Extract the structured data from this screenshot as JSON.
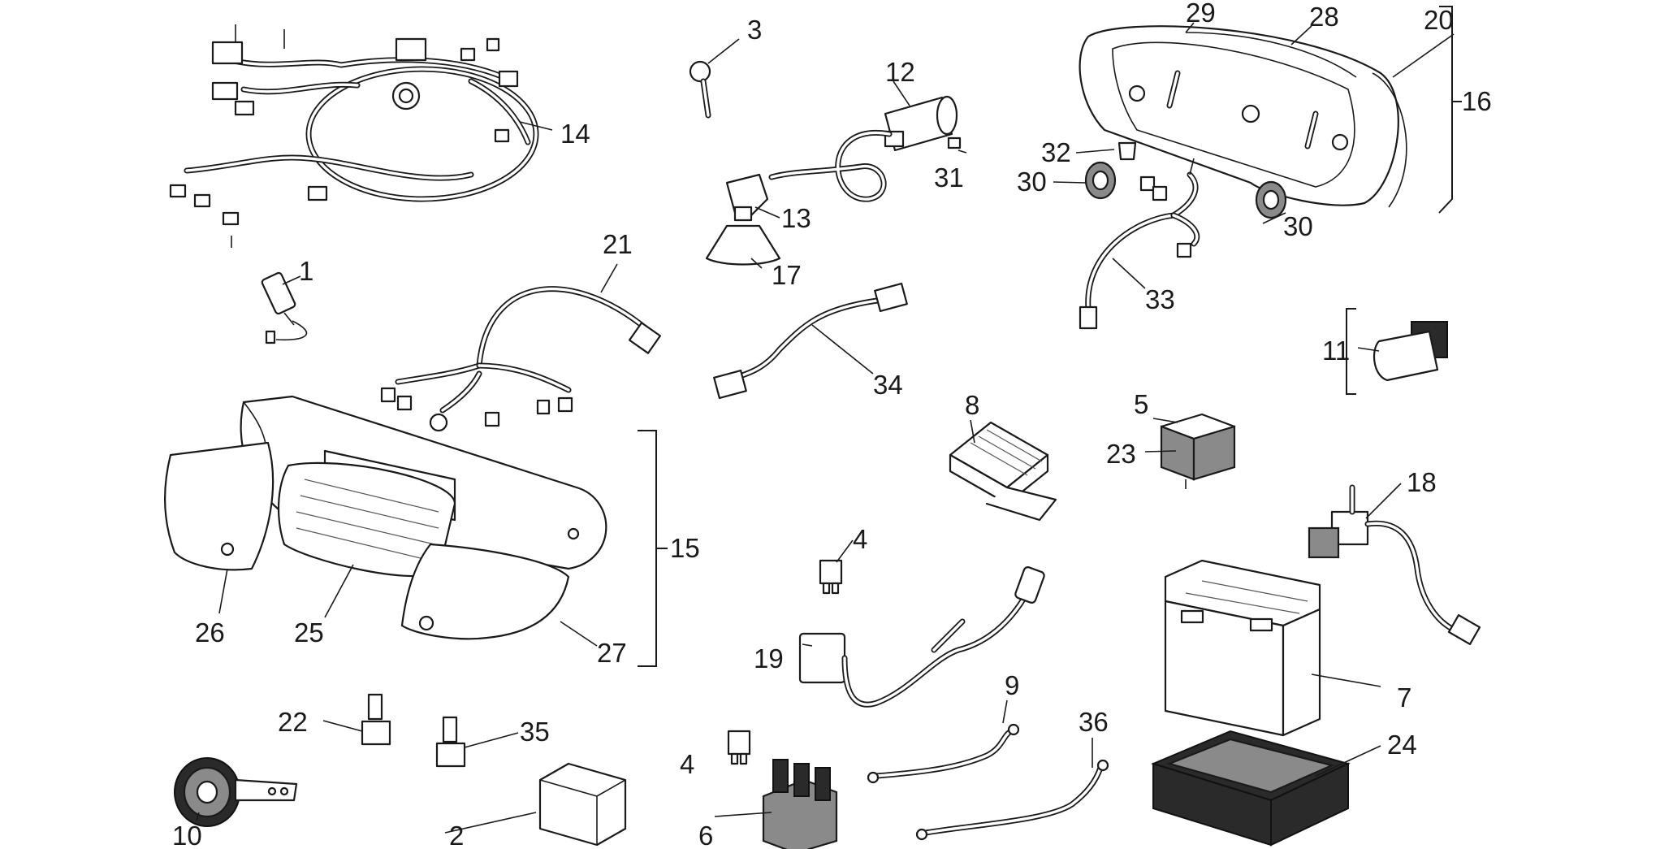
{
  "callouts": [
    {
      "id": "c1",
      "label": "1"
    },
    {
      "id": "c2",
      "label": "2"
    },
    {
      "id": "c3",
      "label": "3"
    },
    {
      "id": "c4a",
      "label": "4"
    },
    {
      "id": "c4b",
      "label": "4"
    },
    {
      "id": "c5",
      "label": "5"
    },
    {
      "id": "c6",
      "label": "6"
    },
    {
      "id": "c7",
      "label": "7"
    },
    {
      "id": "c8",
      "label": "8"
    },
    {
      "id": "c9",
      "label": "9"
    },
    {
      "id": "c10",
      "label": "10"
    },
    {
      "id": "c11",
      "label": "11"
    },
    {
      "id": "c12",
      "label": "12"
    },
    {
      "id": "c13",
      "label": "13"
    },
    {
      "id": "c14",
      "label": "14"
    },
    {
      "id": "c15",
      "label": "15"
    },
    {
      "id": "c16",
      "label": "16"
    },
    {
      "id": "c17",
      "label": "17"
    },
    {
      "id": "c18",
      "label": "18"
    },
    {
      "id": "c19",
      "label": "19"
    },
    {
      "id": "c20",
      "label": "20"
    },
    {
      "id": "c21",
      "label": "21"
    },
    {
      "id": "c22",
      "label": "22"
    },
    {
      "id": "c23",
      "label": "23"
    },
    {
      "id": "c24",
      "label": "24"
    },
    {
      "id": "c25",
      "label": "25"
    },
    {
      "id": "c26",
      "label": "26"
    },
    {
      "id": "c27",
      "label": "27"
    },
    {
      "id": "c28",
      "label": "28"
    },
    {
      "id": "c29",
      "label": "29"
    },
    {
      "id": "c30a",
      "label": "30"
    },
    {
      "id": "c30b",
      "label": "30"
    },
    {
      "id": "c31",
      "label": "31"
    },
    {
      "id": "c32",
      "label": "32"
    },
    {
      "id": "c33",
      "label": "33"
    },
    {
      "id": "c34",
      "label": "34"
    },
    {
      "id": "c35",
      "label": "35"
    },
    {
      "id": "c36",
      "label": "36"
    }
  ]
}
